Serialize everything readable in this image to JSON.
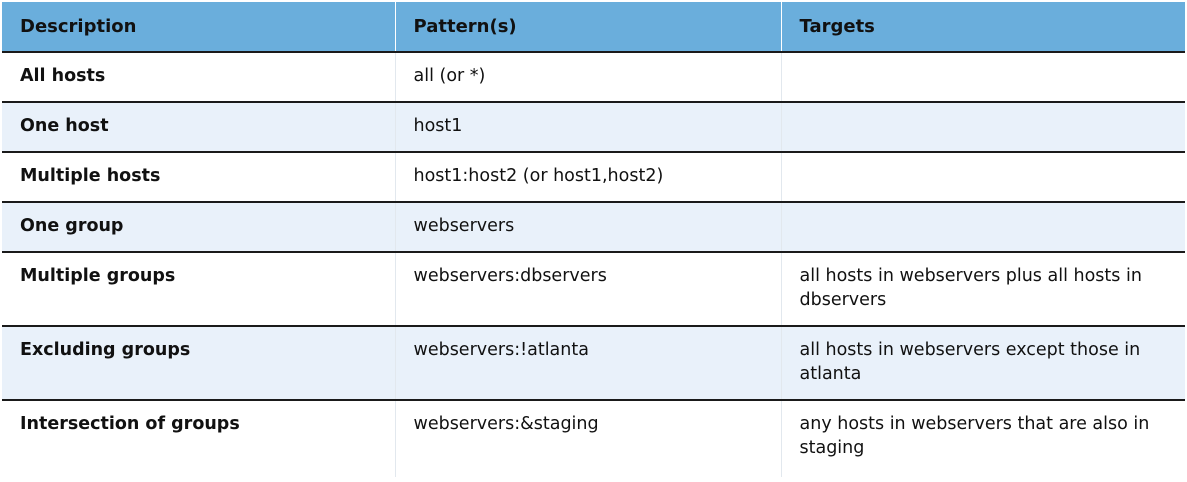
{
  "table": {
    "headers": [
      "Description",
      "Pattern(s)",
      "Targets"
    ],
    "rows": [
      {
        "description": "All hosts",
        "pattern": "all (or *)",
        "targets": ""
      },
      {
        "description": "One host",
        "pattern": "host1",
        "targets": ""
      },
      {
        "description": "Multiple hosts",
        "pattern": "host1:host2 (or host1,host2)",
        "targets": ""
      },
      {
        "description": "One group",
        "pattern": "webservers",
        "targets": ""
      },
      {
        "description": "Multiple groups",
        "pattern": "webservers:dbservers",
        "targets": "all hosts in webservers plus all hosts in dbservers"
      },
      {
        "description": "Excluding groups",
        "pattern": "webservers:!atlanta",
        "targets": "all hosts in webservers except those in atlanta"
      },
      {
        "description": "Intersection of groups",
        "pattern": "webservers:&staging",
        "targets": "any hosts in webservers that are also in staging"
      }
    ]
  }
}
